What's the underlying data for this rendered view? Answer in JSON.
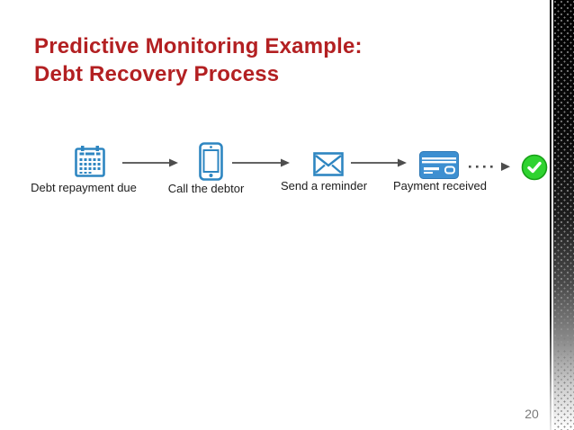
{
  "slide": {
    "title": {
      "line1": "Predictive Monitoring Example:",
      "line2": "Debt Recovery Process",
      "color": "#b32022"
    },
    "process": {
      "steps": [
        {
          "icon": "calendar-icon",
          "label": "Debt repayment due"
        },
        {
          "icon": "phone-icon",
          "label": "Call the debtor"
        },
        {
          "icon": "envelope-icon",
          "label": "Send a reminder"
        },
        {
          "icon": "credit-card-icon",
          "label": "Payment received"
        }
      ],
      "connectors": [
        "solid-arrow",
        "solid-arrow",
        "solid-arrow",
        "dotted-arrow"
      ],
      "end_marker": {
        "icon": "check-circle-icon",
        "color": "#2fd330",
        "border_color": "#17a017"
      },
      "icon_color": "#2e86c1",
      "arrow_color": "#4d4d4d",
      "label_color": "#1c1c1c"
    },
    "page_number": "20"
  }
}
